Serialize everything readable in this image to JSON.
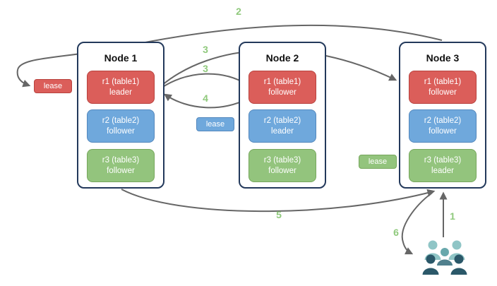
{
  "nodes": [
    {
      "title": "Node 1",
      "replicas": [
        {
          "label": "r1 (table1)",
          "role": "leader",
          "color": "#db5e5a"
        },
        {
          "label": "r2 (table2)",
          "role": "follower",
          "color": "#6fa8dc"
        },
        {
          "label": "r3 (table3)",
          "role": "follower",
          "color": "#93c47d"
        }
      ]
    },
    {
      "title": "Node 2",
      "replicas": [
        {
          "label": "r1 (table1)",
          "role": "follower",
          "color": "#db5e5a"
        },
        {
          "label": "r2 (table2)",
          "role": "leader",
          "color": "#6fa8dc"
        },
        {
          "label": "r3 (table3)",
          "role": "follower",
          "color": "#93c47d"
        }
      ]
    },
    {
      "title": "Node 3",
      "replicas": [
        {
          "label": "r1 (table1)",
          "role": "follower",
          "color": "#db5e5a"
        },
        {
          "label": "r2 (table2)",
          "role": "follower",
          "color": "#6fa8dc"
        },
        {
          "label": "r3 (table3)",
          "role": "leader",
          "color": "#93c47d"
        }
      ]
    }
  ],
  "leases": [
    {
      "label": "lease",
      "color": "#db5e5a"
    },
    {
      "label": "lease",
      "color": "#6fa8dc"
    },
    {
      "label": "lease",
      "color": "#93c47d"
    }
  ],
  "steps": [
    {
      "label": "1"
    },
    {
      "label": "2"
    },
    {
      "label": "3"
    },
    {
      "label": "3"
    },
    {
      "label": "4"
    },
    {
      "label": "5"
    },
    {
      "label": "6"
    }
  ],
  "icons": {
    "clients": "users-group"
  },
  "colors": {
    "red": "#db5e5a",
    "blue": "#6fa8dc",
    "green": "#93c47d",
    "step_label": "#8fc97c",
    "arrow": "#666666",
    "node_border": "#23395b",
    "users_light": "#8fc5c6",
    "users_medium": "#68a8ac",
    "users_body_mid": "#50808d",
    "users_dark": "#2b5869"
  }
}
